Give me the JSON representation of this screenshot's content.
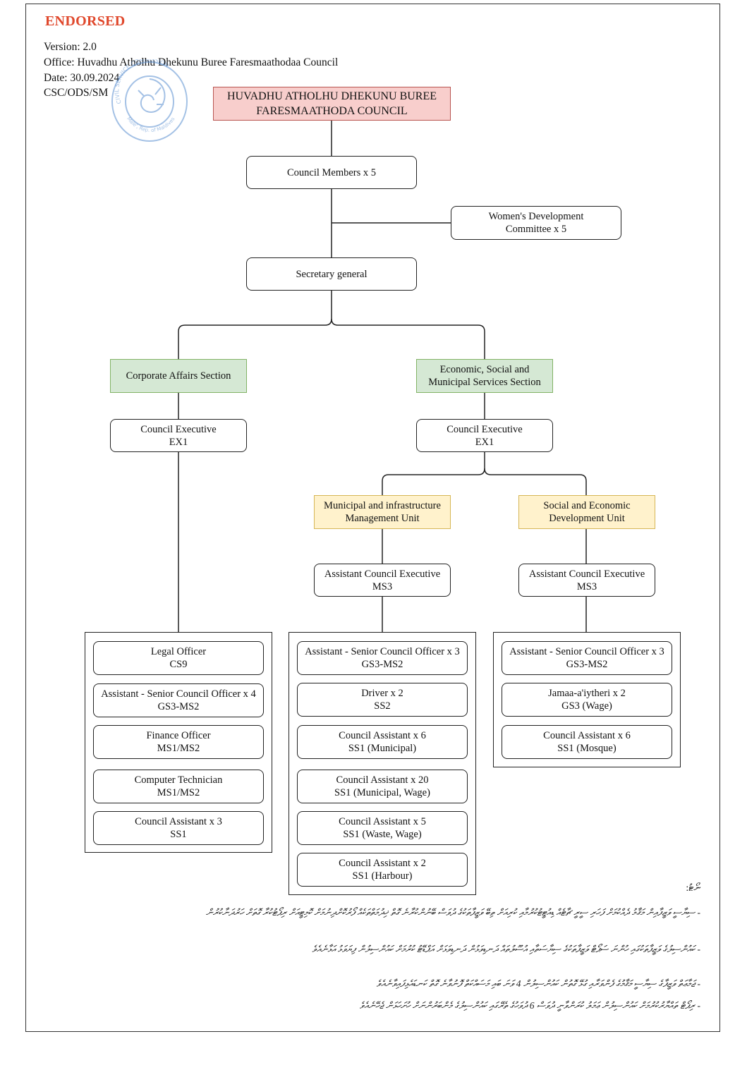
{
  "header": {
    "status": "ENDORSED",
    "version": "Version: 2.0",
    "office": "Office: Huvadhu Atholhu Dhekunu Buree Faresmaathodaa Council",
    "date": "Date: 30.09.2024",
    "reference": "CSC/ODS/SM"
  },
  "stamp": {
    "text_top": "CIVIL SERVICE COMMISSION",
    "text_bottom": "Male', Rep. of Maldives"
  },
  "colors": {
    "endorsed": "#e0482c",
    "top_fill": "#f8cecc",
    "top_border": "#b85450",
    "section_fill": "#d5e8d4",
    "section_border": "#82b366",
    "unit_fill": "#fff2cc",
    "unit_border": "#d6b656",
    "stamp": "#5a8fd0"
  },
  "org": {
    "council": [
      "HUVADHU ATHOLHU DHEKUNU BUREE",
      "FARESMAATHODA COUNCIL"
    ],
    "members": "Council Members x 5",
    "womens_committee": [
      "Women's Development",
      "Committee x 5"
    ],
    "secretary_general": "Secretary general",
    "corporate_section": "Corporate Affairs Section",
    "economic_section": [
      "Economic, Social and",
      "Municipal Services Section"
    ],
    "ce_left": [
      "Council Executive",
      "EX1"
    ],
    "ce_right": [
      "Council Executive",
      "EX1"
    ],
    "municipal_unit": [
      "Municipal and infrastructure",
      "Management Unit"
    ],
    "social_unit": [
      "Social and Economic",
      "Development Unit"
    ],
    "ace_municipal": [
      "Assistant Council Executive",
      "MS3"
    ],
    "ace_social": [
      "Assistant Council Executive",
      "MS3"
    ],
    "corporate_staff": [
      [
        "Legal Officer",
        "CS9"
      ],
      [
        "Assistant - Senior Council Officer  x 4",
        "GS3-MS2"
      ],
      [
        "Finance Officer",
        "MS1/MS2"
      ],
      [
        "Computer Technician",
        "MS1/MS2"
      ],
      [
        "Council Assistant x 3",
        "SS1"
      ]
    ],
    "municipal_staff": [
      [
        "Assistant - Senior Council Officer  x 3",
        "GS3-MS2"
      ],
      [
        "Driver x 2",
        "SS2"
      ],
      [
        "Council Assistant x 6",
        "SS1 (Municipal)"
      ],
      [
        "Council Assistant x 20",
        "SS1 (Municipal, Wage)"
      ],
      [
        "Council Assistant x 5",
        "SS1 (Waste, Wage)"
      ],
      [
        "Council Assistant x 2",
        "SS1 (Harbour)"
      ]
    ],
    "social_staff": [
      [
        "Assistant - Senior Council Officer  x 3",
        "GS3-MS2"
      ],
      [
        "Jamaa-a'iytheri x 2",
        "GS3 (Wage)"
      ],
      [
        "Council Assistant x 6",
        "SS1 (Mosque)"
      ]
    ]
  },
  "notes": {
    "title": "ނޯޓު:",
    "items": [
      "- ސިޔާސީ ވަޒީފާއިން މަޤާމު ދެއްކުމަށް ފަހަރި ސީރީ ޗާޓެއް ޑިއުޓީޓުކުރުމާއި ކުރިއަށް ތިބޭ ވަޒީފާތަކުގެ ދުވަސް ބޭނުންކުރާނެ ގޮތް ޚިދުމަތްތަކެއް ފޯރުކޮށްދިނުމަށް ކޮމިޓީއަށް ރިޕޯޓުކުރާ ގޮތަށް ހަރުދަނާކުރުން",
      "- ކައުންސިލުގެ ވަޒީފާތަކުގައި ހުންނަ ސަޕޯޓް ވަޒީފާތަކުގެ ސިޔާސަތާއި އުސޫލުތައް ދަނޑިވަޅުން ދަނޑިވަޅަށް އަޕްޑޭޓު ކުރުމަށް ކައުންސިލުން ފިޔަވަޅު އަޅާނެއެވެ",
      "- ޖަމާޢަތް ވަޒީފާގެ ސިޔާސީ މަޤާމުގެ ފެންވަރާއި ގުޅޭ ގޮތުން ކައުންސިލުން 4 ވަނަ ބައި މަސައްކަތް ފޮނުވާނެ ގޮތް ކަނޑައެޅިފައިވާނެއެވެ",
      "- ރިޕޯޓް ތައްޔާރުކުރުމަށް ކައުންސިލުން ޢަމަލު ކުރަންވާނީ ދުވަސް 6 ދުވަހުގެ ތެރޭގައި ކައުންސިލުގެ މެންބަރުންނަށް ހުށަހަޅަން ޖެހޭނެއެވެ"
    ]
  }
}
